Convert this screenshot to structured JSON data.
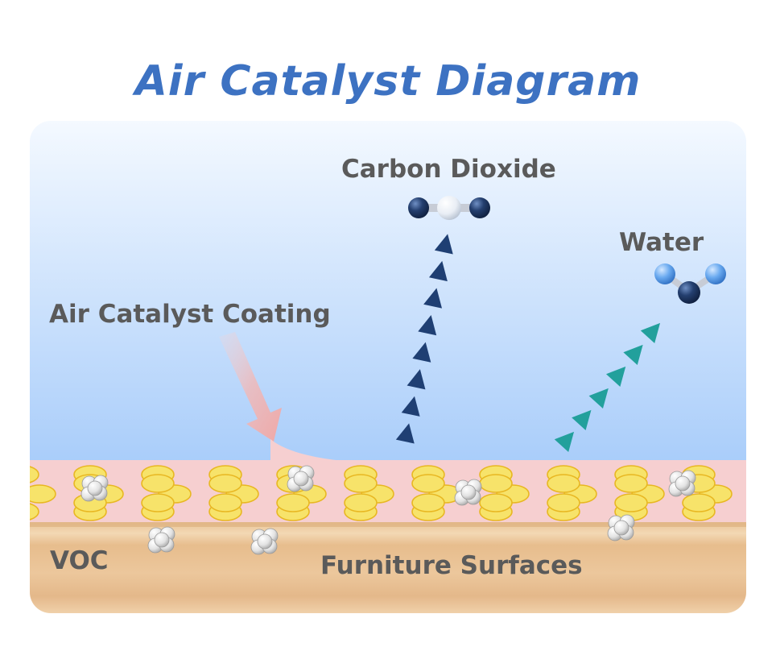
{
  "title": "Air Catalyst Diagram",
  "labels": {
    "carbon_dioxide": "Carbon Dioxide",
    "water": "Water",
    "coating": "Air Catalyst Coating",
    "voc": "VOC",
    "furniture": "Furniture Surfaces"
  },
  "colors": {
    "title": "#3d72c2",
    "label_text": "#5a5a5a",
    "sky_top": "#f4f9ff",
    "sky_bottom": "#a9cdfa",
    "coating_band": "#f6cfd0",
    "catalyst_particle": "#f7e36a",
    "catalyst_outline": "#e8b722",
    "furniture_top": "#e8c195",
    "furniture_bottom": "#f0d3ad",
    "co2_arrow": "#1f3f73",
    "water_arrow": "#22a09c",
    "coating_arrow": "#f2b8b6",
    "voc_molecule": "#e2e2e2"
  }
}
